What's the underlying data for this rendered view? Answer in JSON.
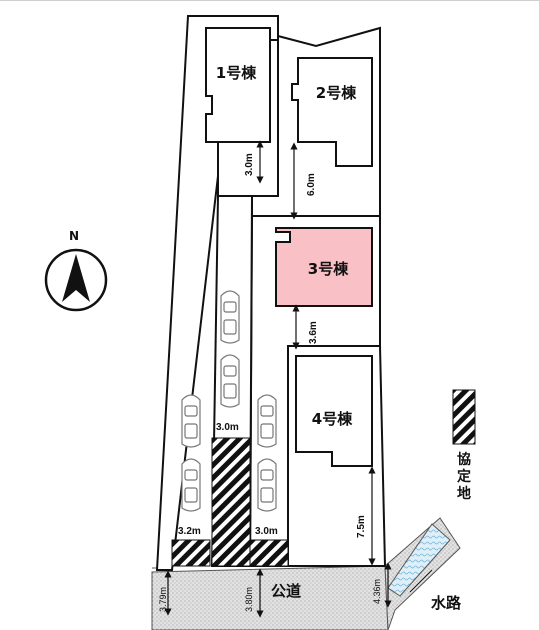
{
  "buildings": {
    "b1": "1号棟",
    "b2": "2号棟",
    "b3": "3号棟",
    "b4": "4号棟"
  },
  "highlight_color": "#f9c0c6",
  "road_label": "公道",
  "waterway_label": "水路",
  "legend_label": "協定地",
  "compass_label": "N",
  "dimensions": {
    "b1_gap": "3.0m",
    "b2_gap": "6.0m",
    "b3_gap": "3.6m",
    "b4_gap": "7.5m",
    "parking_width": "3.0m",
    "left_width": "3.2m",
    "right_width": "3.0m",
    "road_left": "3.79m",
    "road_mid": "3.80m",
    "road_right": "4.36m"
  }
}
